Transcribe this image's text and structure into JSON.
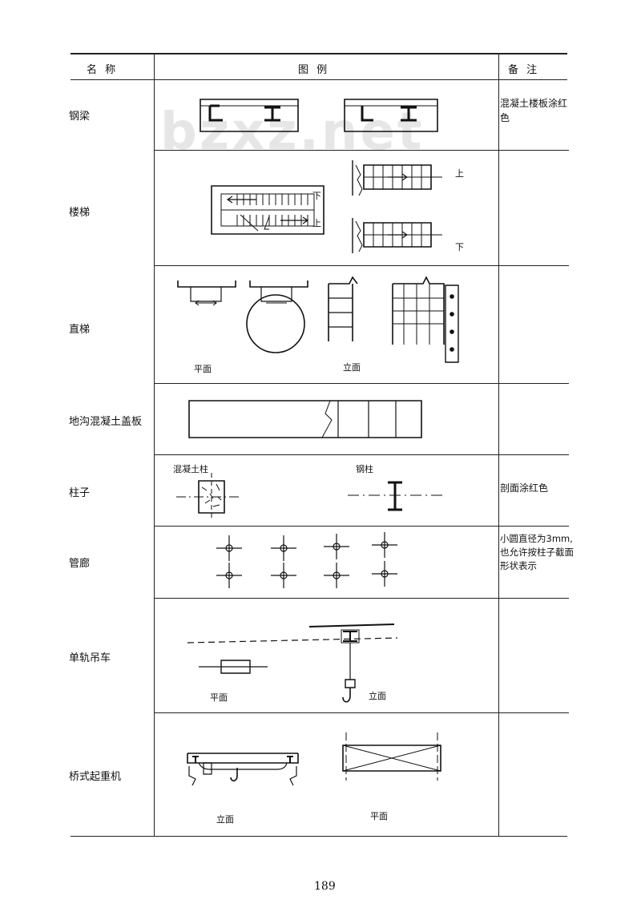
{
  "header": {
    "name": "名 称",
    "figure": "图 例",
    "remark": "备 注"
  },
  "rows": [
    {
      "name": "钢梁",
      "remark": "混凝土楼板涂红色",
      "captions": []
    },
    {
      "name": "楼梯",
      "remark": "",
      "captions": [
        "上",
        "下",
        "下",
        "上"
      ]
    },
    {
      "name": "直梯",
      "remark": "",
      "captions": [
        "平面",
        "立面"
      ]
    },
    {
      "name": "地沟混凝土盖板",
      "remark": "",
      "captions": []
    },
    {
      "name": "柱子",
      "remark": "剖面涂红色",
      "captions": [
        "混凝土柱",
        "钢柱"
      ]
    },
    {
      "name": "管廊",
      "remark": "小圆直径为3mm,也允许按柱子截面形状表示",
      "captions": []
    },
    {
      "name": "单轨吊车",
      "remark": "",
      "captions": [
        "平面",
        "立面"
      ]
    },
    {
      "name": "桥式起重机",
      "remark": "",
      "captions": [
        "立面",
        "平面"
      ]
    }
  ],
  "watermark": "bzxz.net",
  "page_number": "189"
}
